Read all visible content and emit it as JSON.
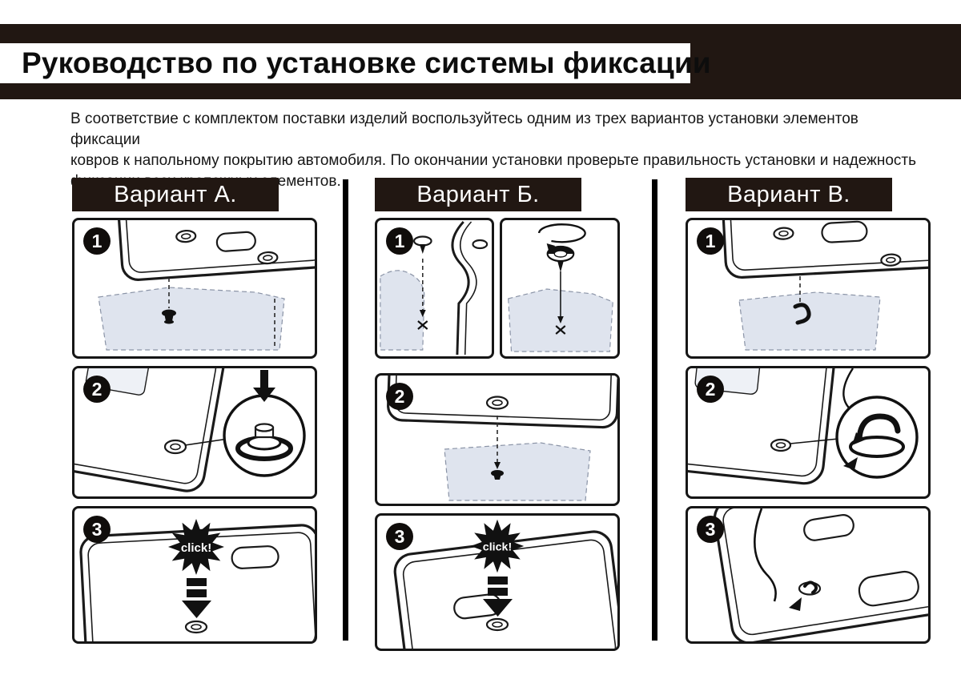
{
  "header": {
    "title": "Руководство по установке системы фиксации"
  },
  "intro": {
    "line1": "В соответствие с комплектом поставки изделий воспользуйтесь одним из трех вариантов установки элементов фиксации",
    "line2": "ковров к напольному покрытию автомобиля. По окончании установки проверьте правильность установки и надежность",
    "line3": "фиксации всех крепежных элементов."
  },
  "colors": {
    "band": "#211712",
    "line": "#1a1a1a",
    "carpet": "#dfe4ee"
  },
  "variants": [
    {
      "label": "Вариант А.",
      "steps": [
        {
          "num": "1"
        },
        {
          "num": "2"
        },
        {
          "num": "3",
          "click": "click!"
        }
      ]
    },
    {
      "label": "Вариант Б.",
      "steps": [
        {
          "num": "1"
        },
        {
          "num": "2"
        },
        {
          "num": "3",
          "click": "click!"
        }
      ]
    },
    {
      "label": "Вариант В.",
      "steps": [
        {
          "num": "1"
        },
        {
          "num": "2"
        },
        {
          "num": "3"
        }
      ]
    }
  ]
}
